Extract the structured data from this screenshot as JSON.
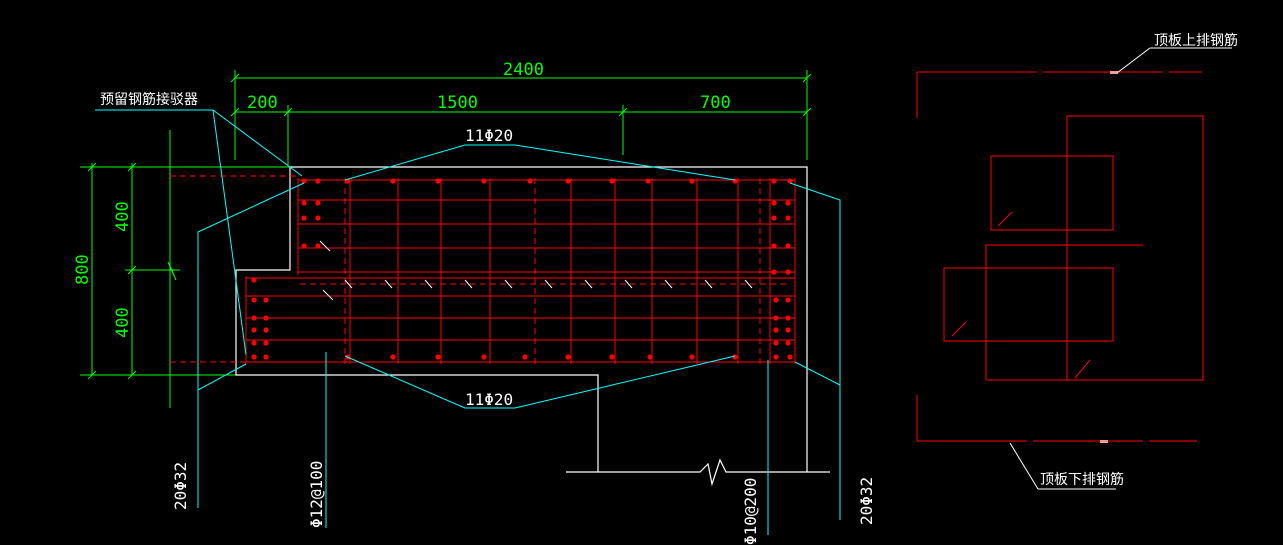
{
  "dimensions": {
    "overall_width": "2400",
    "left_segment": "200",
    "middle_segment": "1500",
    "right_segment": "700",
    "overall_height": "800",
    "upper_height": "400",
    "lower_height": "400"
  },
  "labels": {
    "coupler": "预留钢筋接驳器",
    "top_bars": "11Φ20",
    "bottom_bars": "11Φ20",
    "left_bars": "20Φ32",
    "right_bars": "20Φ32",
    "stirrup_12": "Φ12@100",
    "stirrup_10": "Φ10@200",
    "slab_top_rebar": "顶板上排钢筋",
    "slab_bottom_rebar": "顶板下排钢筋"
  },
  "colors": {
    "background": "#000000",
    "outline": "#ffffff",
    "rebar": "#ff0000",
    "leader": "#00ffff",
    "dimension": "#00ff00"
  }
}
